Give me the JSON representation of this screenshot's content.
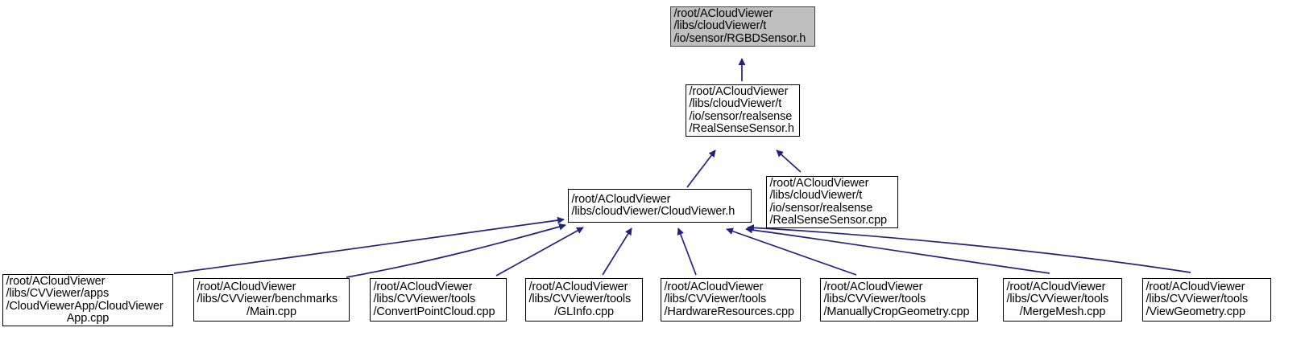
{
  "graph": {
    "title": "RGBDSensor.h dependency graph",
    "type": "include-dependency-graph",
    "node_fill_root": "#bfbfbf",
    "node_fill": "#ffffff",
    "node_border": "#000000",
    "edge_color": "#22227a",
    "background": "#ffffff"
  },
  "nodes": [
    {
      "id": "rgbdsensor_h",
      "lines": [
        "/root/ACloudViewer",
        "/libs/cloudViewer/t",
        "/io/sensor/RGBDSensor.h"
      ],
      "highlighted": true,
      "align": "left"
    },
    {
      "id": "realsensesensor_h",
      "lines": [
        "/root/ACloudViewer",
        "/libs/cloudViewer/t",
        "/io/sensor/realsense",
        "/RealSenseSensor.h"
      ],
      "highlighted": false,
      "align": "left"
    },
    {
      "id": "cloudviewer_h",
      "lines": [
        "/root/ACloudViewer",
        "/libs/cloudViewer/CloudViewer.h"
      ],
      "highlighted": false,
      "align": "left"
    },
    {
      "id": "realsensesensor_cpp",
      "lines": [
        "/root/ACloudViewer",
        "/libs/cloudViewer/t",
        "/io/sensor/realsense",
        "/RealSenseSensor.cpp"
      ],
      "highlighted": false,
      "align": "left"
    },
    {
      "id": "cloudviewerapp_cpp",
      "lines": [
        "/root/ACloudViewer",
        "/libs/CVViewer/apps",
        "/CloudViewerApp/CloudViewer",
        "App.cpp"
      ],
      "highlighted": false,
      "align": "left"
    },
    {
      "id": "benchmarks_main_cpp",
      "lines": [
        "/root/ACloudViewer",
        "/libs/CVViewer/benchmarks",
        "/Main.cpp"
      ],
      "highlighted": false,
      "align": "left"
    },
    {
      "id": "convertpointcloud_cpp",
      "lines": [
        "/root/ACloudViewer",
        "/libs/CVViewer/tools",
        "/ConvertPointCloud.cpp"
      ],
      "highlighted": false,
      "align": "left"
    },
    {
      "id": "glinfo_cpp",
      "lines": [
        "/root/ACloudViewer",
        "/libs/CVViewer/tools",
        "/GLInfo.cpp"
      ],
      "highlighted": false,
      "align": "left"
    },
    {
      "id": "hardwareresources_cpp",
      "lines": [
        "/root/ACloudViewer",
        "/libs/CVViewer/tools",
        "/HardwareResources.cpp"
      ],
      "highlighted": false,
      "align": "left"
    },
    {
      "id": "manuallycropgeometry_cpp",
      "lines": [
        "/root/ACloudViewer",
        "/libs/CVViewer/tools",
        "/ManuallyCropGeometry.cpp"
      ],
      "highlighted": false,
      "align": "left"
    },
    {
      "id": "mergemesh_cpp",
      "lines": [
        "/root/ACloudViewer",
        "/libs/CVViewer/tools",
        "/MergeMesh.cpp"
      ],
      "highlighted": false,
      "align": "left"
    },
    {
      "id": "viewgeometry_cpp",
      "lines": [
        "/root/ACloudViewer",
        "/libs/CVViewer/tools",
        "/ViewGeometry.cpp"
      ],
      "highlighted": false,
      "align": "left"
    }
  ],
  "edges": [
    {
      "from": "realsensesensor_h",
      "to": "rgbdsensor_h"
    },
    {
      "from": "cloudviewer_h",
      "to": "realsensesensor_h"
    },
    {
      "from": "realsensesensor_cpp",
      "to": "realsensesensor_h"
    },
    {
      "from": "cloudviewerapp_cpp",
      "to": "cloudviewer_h"
    },
    {
      "from": "benchmarks_main_cpp",
      "to": "cloudviewer_h"
    },
    {
      "from": "convertpointcloud_cpp",
      "to": "cloudviewer_h"
    },
    {
      "from": "glinfo_cpp",
      "to": "cloudviewer_h"
    },
    {
      "from": "hardwareresources_cpp",
      "to": "cloudviewer_h"
    },
    {
      "from": "manuallycropgeometry_cpp",
      "to": "cloudviewer_h"
    },
    {
      "from": "mergemesh_cpp",
      "to": "cloudviewer_h"
    },
    {
      "from": "viewgeometry_cpp",
      "to": "cloudviewer_h"
    }
  ]
}
